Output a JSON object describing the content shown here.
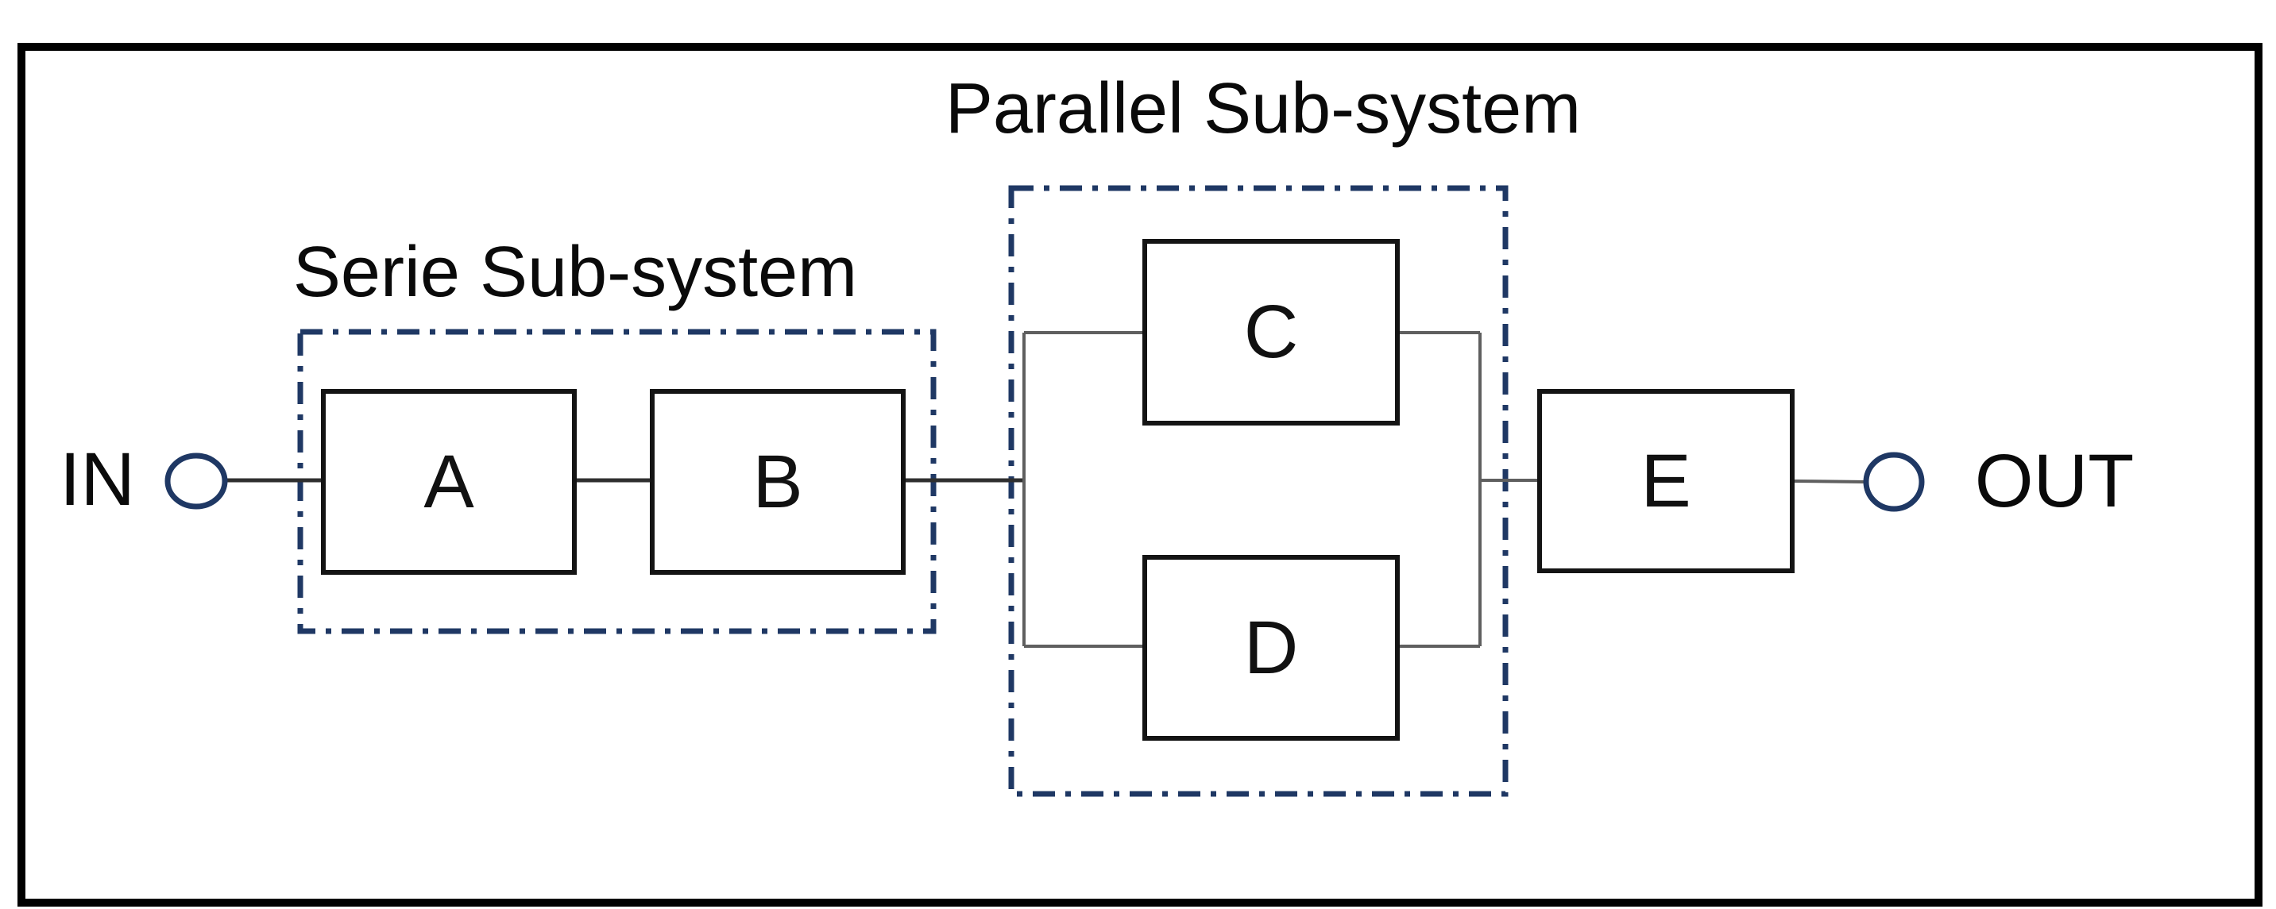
{
  "diagram": {
    "titles": {
      "parallel": "Parallel Sub-system",
      "serie": "Serie Sub-system"
    },
    "terminals": {
      "in": "IN",
      "out": "OUT"
    },
    "blocks": [
      {
        "label": "A",
        "group": "serie"
      },
      {
        "label": "B",
        "group": "serie"
      },
      {
        "label": "C",
        "group": "parallel"
      },
      {
        "label": "D",
        "group": "parallel"
      },
      {
        "label": "E",
        "group": "none"
      }
    ],
    "colors": {
      "background": "#ffffff",
      "outer_border": "#000000",
      "dash_box": "#1f3864",
      "terminal_ring": "#1f3864",
      "block_border": "#141414",
      "connector_dark": "#2f2f2f",
      "connector_gray": "#5f5f5f",
      "text": "#0a0a0a"
    }
  }
}
